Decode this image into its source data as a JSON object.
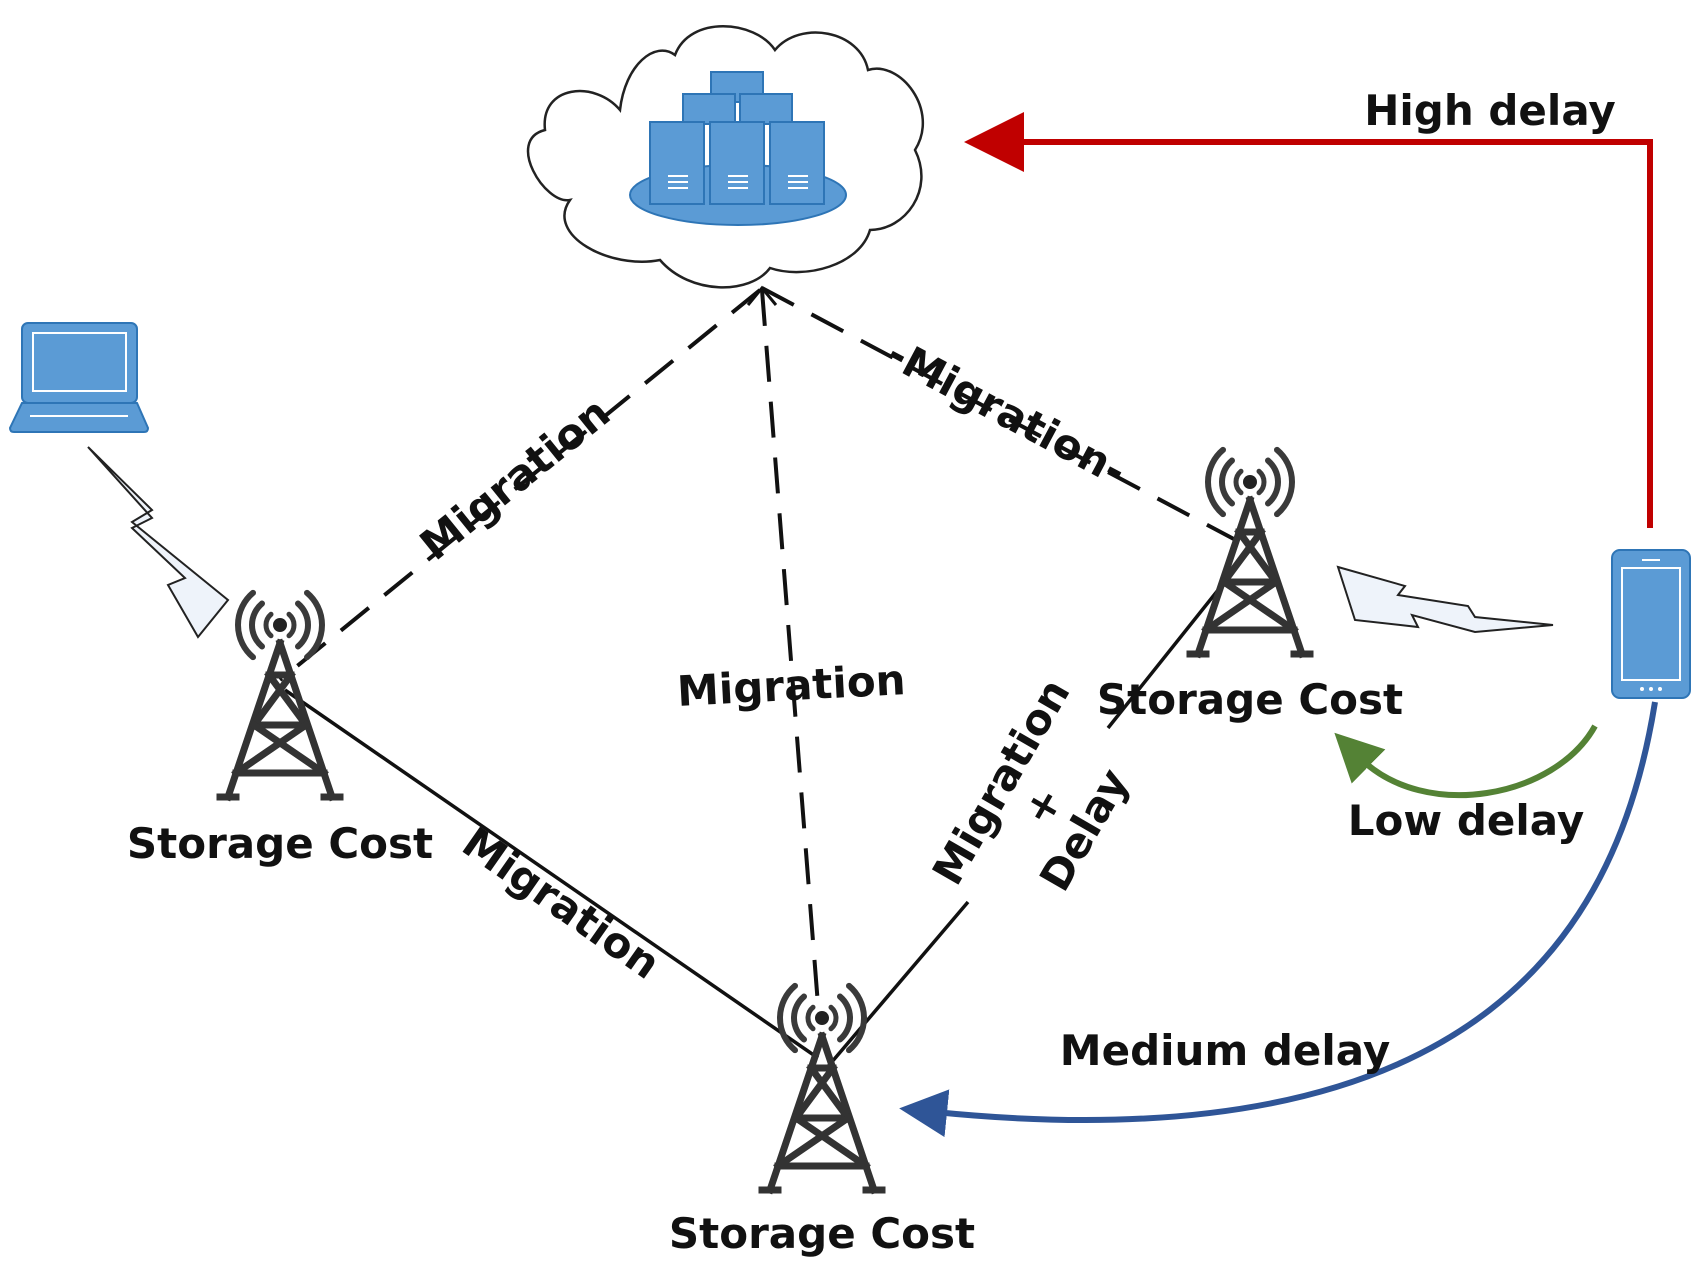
{
  "colors": {
    "high_delay": "#c00000",
    "medium_delay": "#2f5597",
    "low_delay": "#548235",
    "device_blue": "#5b9bd5",
    "device_outline": "#2e75b6",
    "line": "#111111"
  },
  "nodes": {
    "cloud": {
      "icon": "cloud-datacenter-icon"
    },
    "laptop": {
      "icon": "laptop-icon"
    },
    "phone": {
      "icon": "smartphone-icon"
    },
    "tower_left": {
      "icon": "cell-tower-icon",
      "label": "Storage Cost"
    },
    "tower_right": {
      "icon": "cell-tower-icon",
      "label": "Storage Cost"
    },
    "tower_bottom": {
      "icon": "cell-tower-icon",
      "label": "Storage Cost"
    }
  },
  "edges": {
    "cloud_left": "Migration",
    "cloud_bottom": "Migration",
    "cloud_right": "-Migration-",
    "left_bottom": "Migration",
    "bottom_right": {
      "line1": "Migration",
      "line2": "+",
      "line3": "Delay"
    }
  },
  "delays": {
    "high": "High delay",
    "medium": "Medium delay",
    "low": "Low delay"
  }
}
